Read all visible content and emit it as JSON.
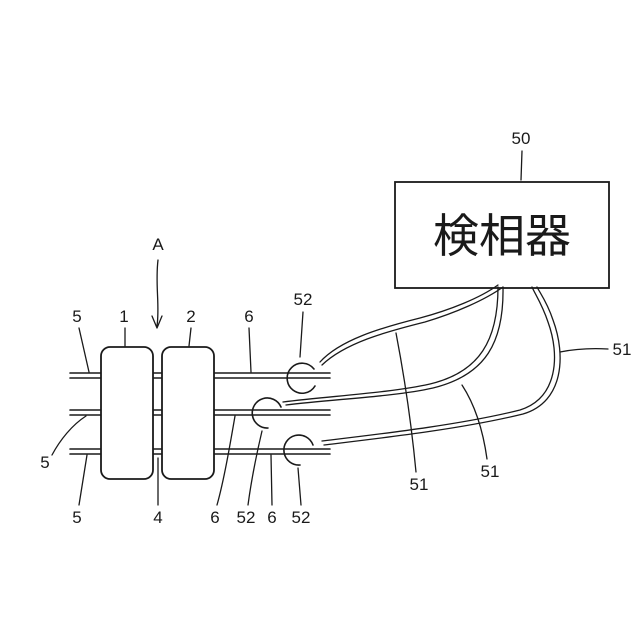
{
  "labels": {
    "A": "A",
    "n1": "1",
    "n2": "2",
    "n4": "4",
    "n5": "5",
    "n6": "6",
    "n50": "50",
    "n51": "51",
    "n52": "52"
  },
  "phase_detector": {
    "text": "検相器"
  }
}
